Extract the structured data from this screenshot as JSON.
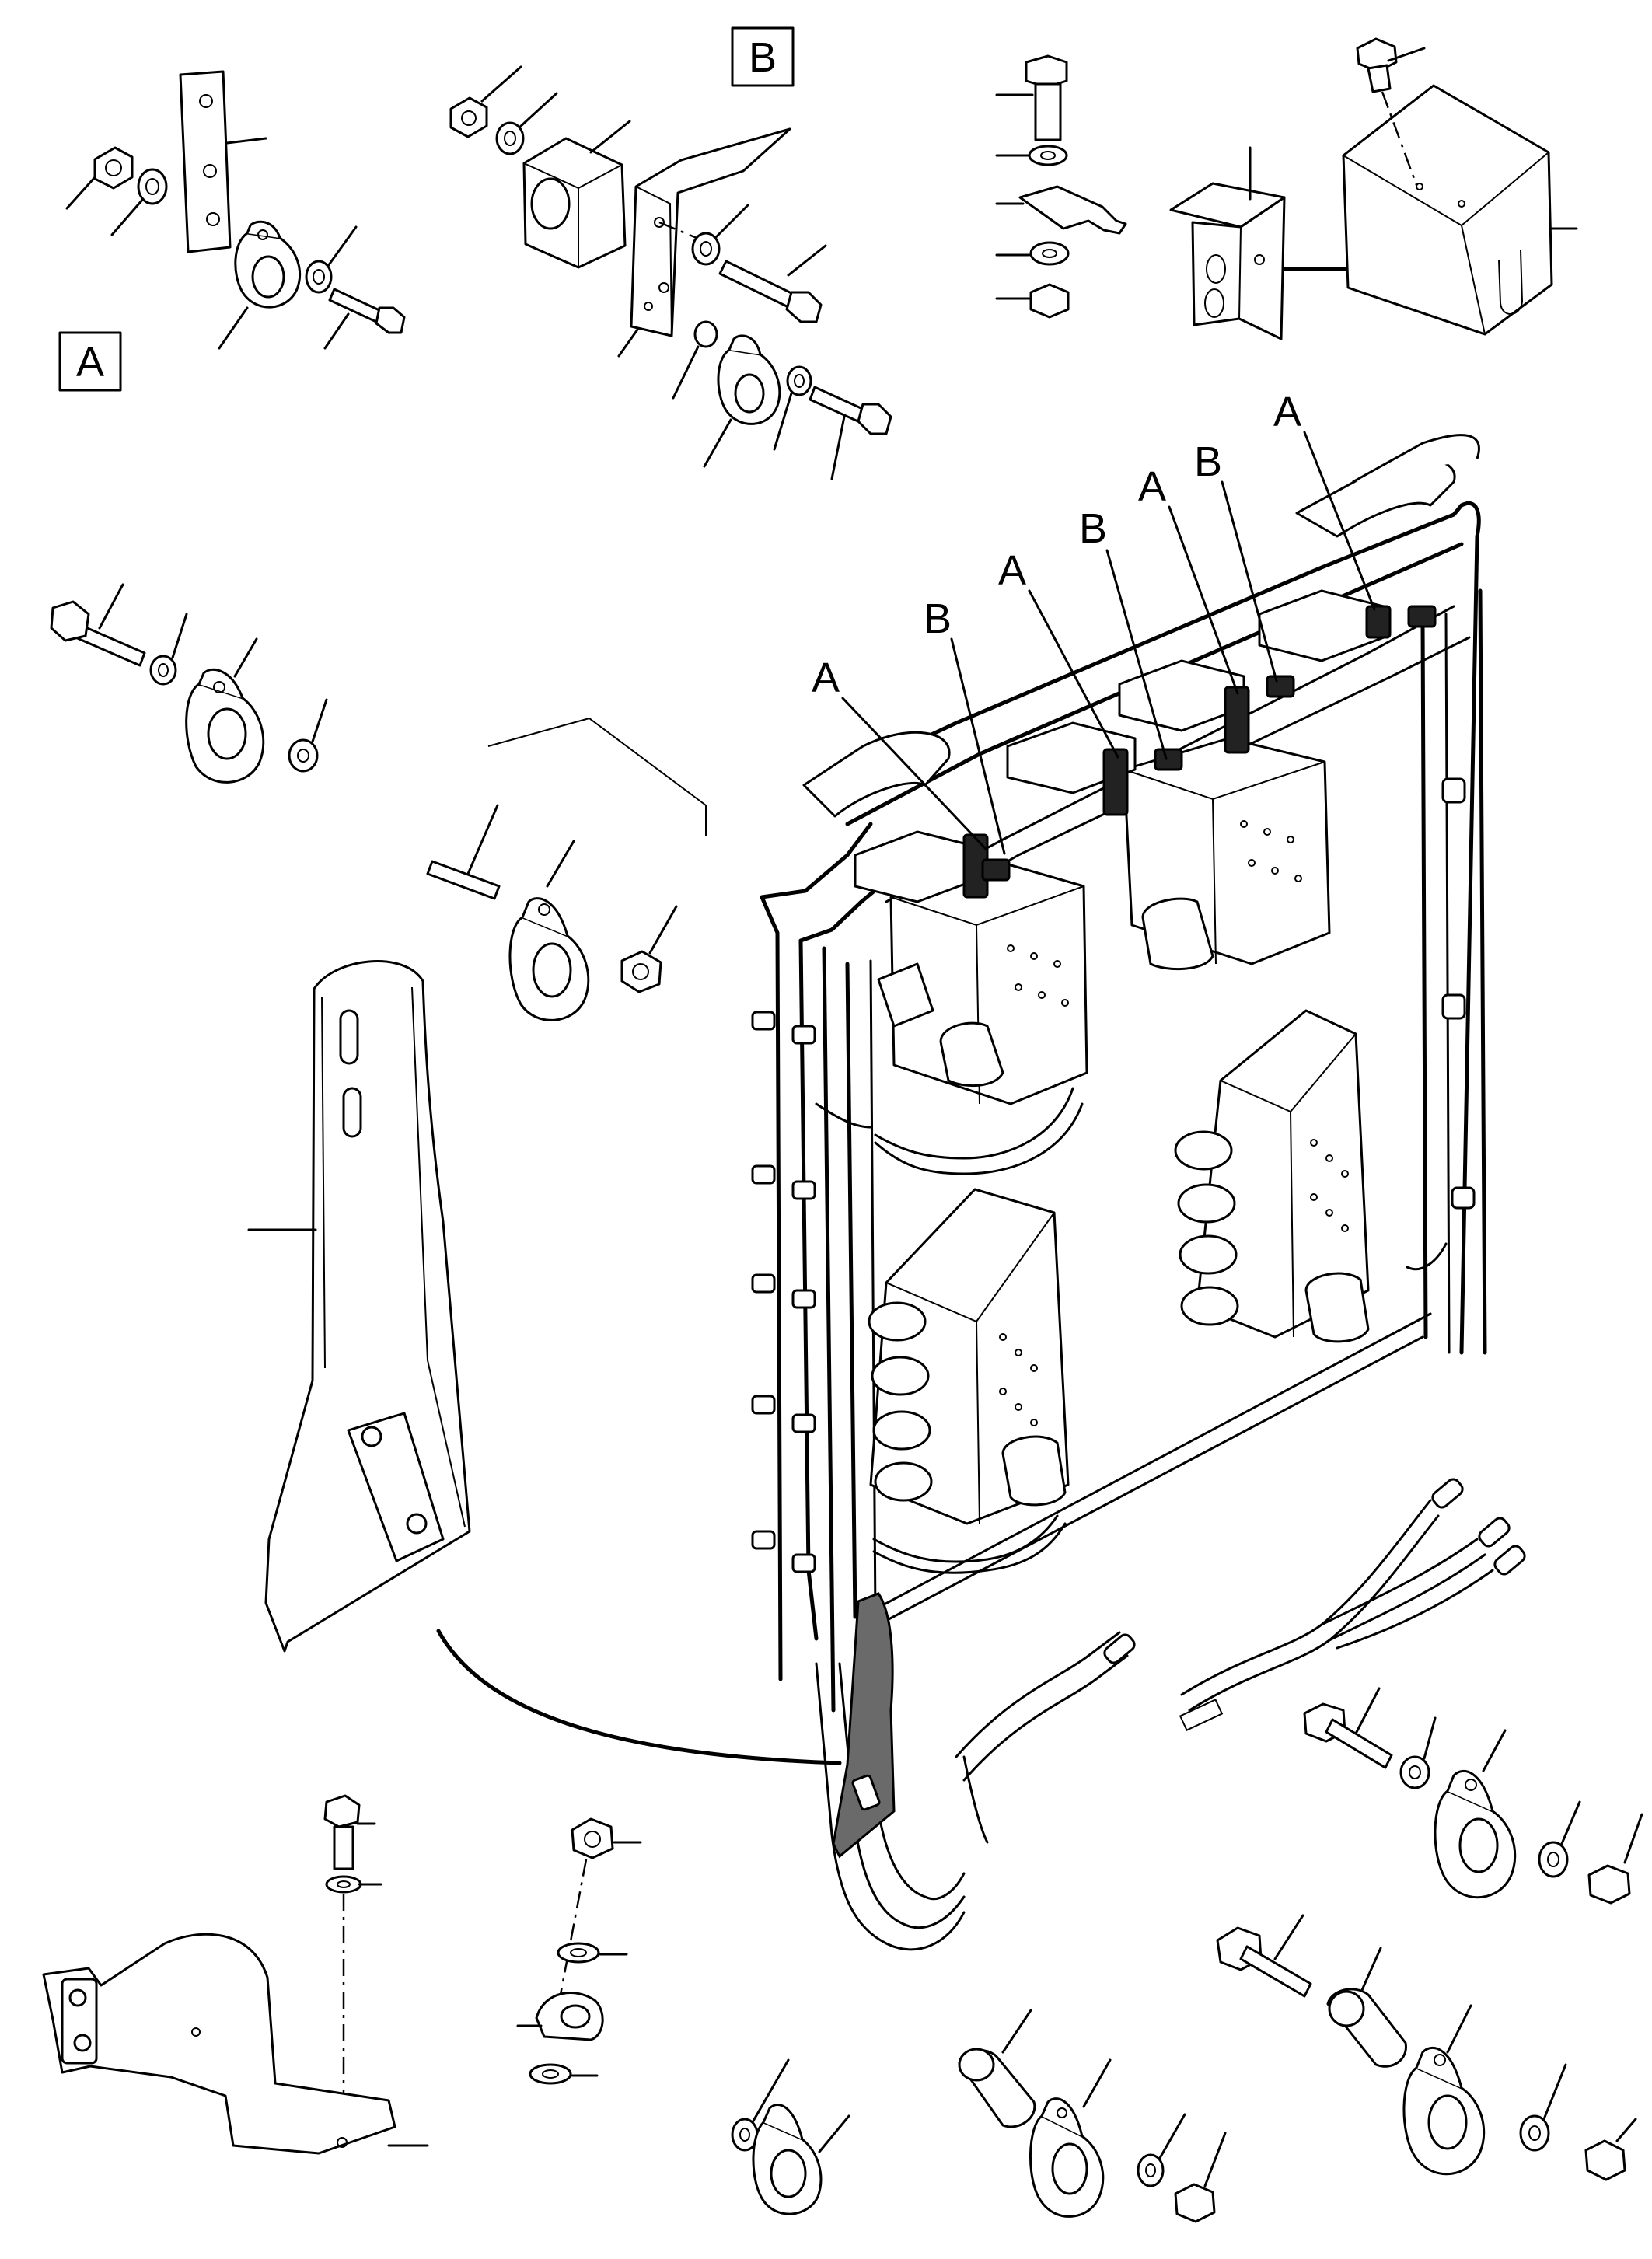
{
  "detail_boxes": {
    "a": {
      "label": "A"
    },
    "b": {
      "label": "B"
    }
  },
  "callouts": [
    {
      "label": "A"
    },
    {
      "label": "B"
    },
    {
      "label": "A"
    },
    {
      "label": "B"
    },
    {
      "label": "A"
    },
    {
      "label": "B"
    },
    {
      "label": "A"
    }
  ]
}
